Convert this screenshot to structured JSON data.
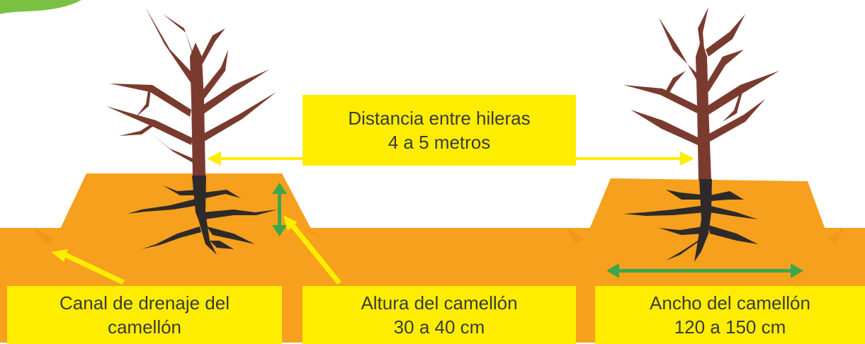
{
  "colors": {
    "soil": "#f6a01e",
    "soil_edge": "#f29a12",
    "trunk": "#7a3b2e",
    "roots": "#2e2a2a",
    "label_bg": "#ffed00",
    "label_text": "#3a3a3a",
    "arrow_yellow": "#ffed00",
    "arrow_green": "#3aa84a",
    "corner_leaf": "#7ac143"
  },
  "labels": {
    "distancia": {
      "line1": "Distancia entre hileras",
      "line2": "4 a 5 metros"
    },
    "canal": {
      "line1": "Canal de drenaje del",
      "line2": "camellón"
    },
    "altura": {
      "line1": "Altura del camellón",
      "line2": "30 a 40 cm"
    },
    "ancho": {
      "line1": "Ancho del camellón",
      "line2": "120 a 150 cm"
    }
  },
  "icons": {
    "tree": "bare-tree-icon",
    "roots": "root-system-icon",
    "double_arrow": "double-arrow-icon",
    "pointer_arrow": "pointer-arrow-icon"
  }
}
